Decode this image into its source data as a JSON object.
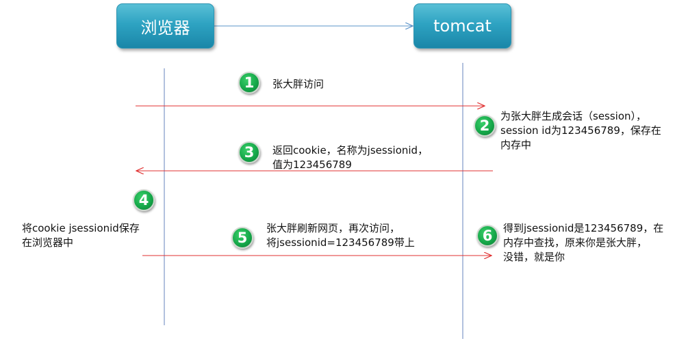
{
  "actors": {
    "browser": "浏览器",
    "server": "tomcat"
  },
  "steps": [
    {
      "num": "1",
      "lines": [
        "张大胖访问"
      ]
    },
    {
      "num": "2",
      "lines": [
        "为张大胖生成会话（session），",
        "session id为123456789，保存在",
        "内存中"
      ]
    },
    {
      "num": "3",
      "lines": [
        "返回cookie，名称为jsessionid，",
        "值为123456789"
      ]
    },
    {
      "num": "4",
      "lines": [
        "将cookie jsessionid保存",
        "在浏览器中"
      ]
    },
    {
      "num": "5",
      "lines": [
        "张大胖刷新网页，再次访问，",
        "将jsessionid=123456789带上"
      ]
    },
    {
      "num": "6",
      "lines": [
        "得到jsessionid是123456789，在",
        "内存中查找，原来你是张大胖，",
        "没错，就是你"
      ]
    }
  ],
  "colors": {
    "actor_fill": "#2ea3c2",
    "lifeline": "#7f98c8",
    "message_arrow": "#e03030",
    "actor_link": "#5a93c8",
    "badge": "#16a84a"
  }
}
